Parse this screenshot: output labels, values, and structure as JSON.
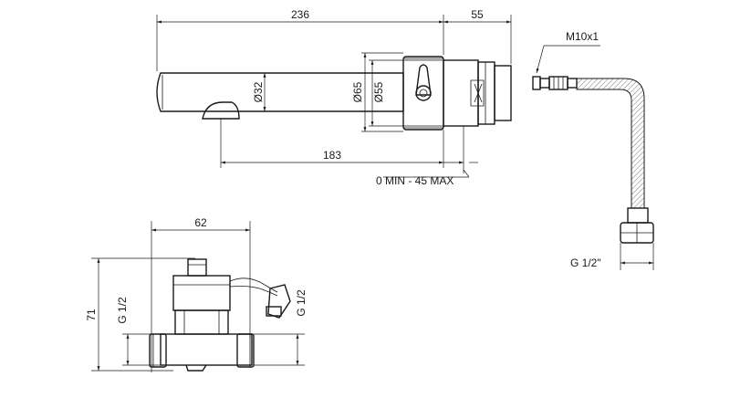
{
  "labels": {
    "spout_length": "236",
    "body_depth": "55",
    "spout_diameter": "Ø32",
    "flange_diameter": "Ø65",
    "body_diameter": "Ø55",
    "spout_outlet": "183",
    "wall_range": "0 MIN - 45 MAX",
    "hose_thread": "M10x1",
    "hose_connection": "G 1/2\"",
    "valve_width": "62",
    "valve_height": "71",
    "valve_inlet_left": "G 1/2",
    "valve_inlet_right": "G 1/2"
  }
}
